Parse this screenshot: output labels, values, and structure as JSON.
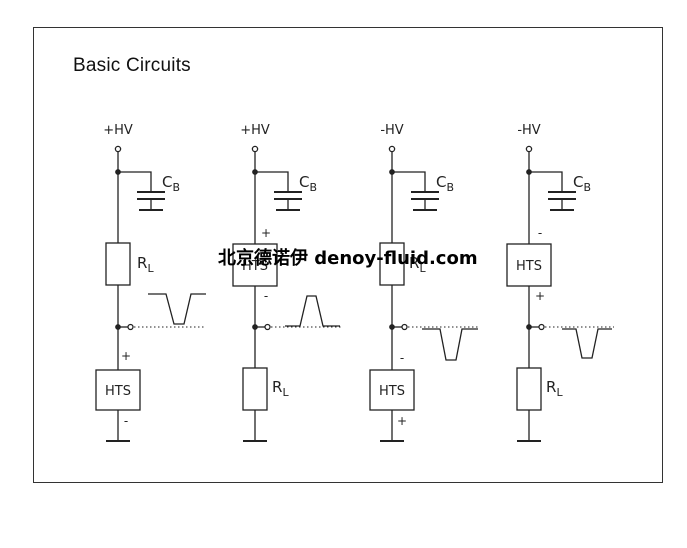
{
  "title": "Basic Circuits",
  "watermark": "北京德诺伊 denoy-fluid.com",
  "circuits": [
    {
      "supply": "+HV",
      "capacitor": "C",
      "capacitor_sub": "B",
      "resistor": "R",
      "resistor_sub": "L",
      "hts": "HTS",
      "plus": "+",
      "minus": "-"
    },
    {
      "supply": "+HV",
      "capacitor": "C",
      "capacitor_sub": "B",
      "resistor": "R",
      "resistor_sub": "L",
      "hts": "HTS",
      "plus": "+",
      "minus": "-"
    },
    {
      "supply": "-HV",
      "capacitor": "C",
      "capacitor_sub": "B",
      "resistor": "R",
      "resistor_sub": "L",
      "hts": "HTS",
      "plus": "+",
      "minus": "-"
    },
    {
      "supply": "-HV",
      "capacitor": "C",
      "capacitor_sub": "B",
      "resistor": "R",
      "resistor_sub": "L",
      "hts": "HTS",
      "plus": "+",
      "minus": "-"
    }
  ]
}
